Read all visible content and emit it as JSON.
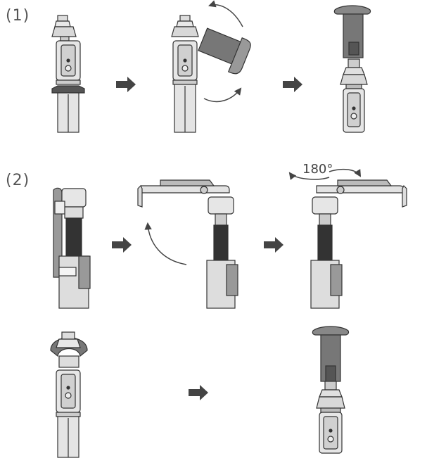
{
  "steps": {
    "step1_label": "(1)",
    "step2_label": "(2)"
  },
  "annotations": {
    "rotation_label": "180°"
  },
  "colors": {
    "outline": "#333333",
    "light_gray": "#e3e3e3",
    "mid_gray": "#bdbdbd",
    "dark_gray": "#555555",
    "darker_gray": "#6e6e6e",
    "arrow": "#444444"
  }
}
